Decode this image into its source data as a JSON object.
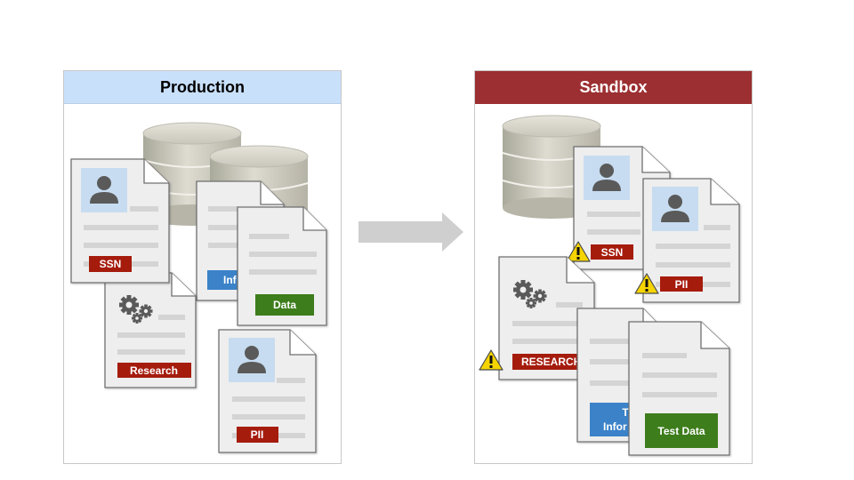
{
  "panels": {
    "production": {
      "title": "Production",
      "header_color": "#c9e0fb"
    },
    "sandbox": {
      "title": "Sandbox",
      "header_color": "#9c2f31"
    }
  },
  "production_docs": {
    "ssn": "SSN",
    "info": "Inf",
    "data": "Data",
    "research": "Research",
    "pii": "PII"
  },
  "sandbox_docs": {
    "ssn": "SSN",
    "pii": "PII",
    "research": "RESEARCH",
    "info_line1": "T",
    "info_line2": "Infor",
    "test_data": "Test Data"
  },
  "colors": {
    "label_red": "#a51c10",
    "label_blue": "#3a82c8",
    "label_green": "#3d7d1f",
    "warning": "#f5d400"
  },
  "icons": [
    "database-icon",
    "person-icon",
    "gears-icon",
    "warning-icon",
    "arrow-right-icon"
  ]
}
